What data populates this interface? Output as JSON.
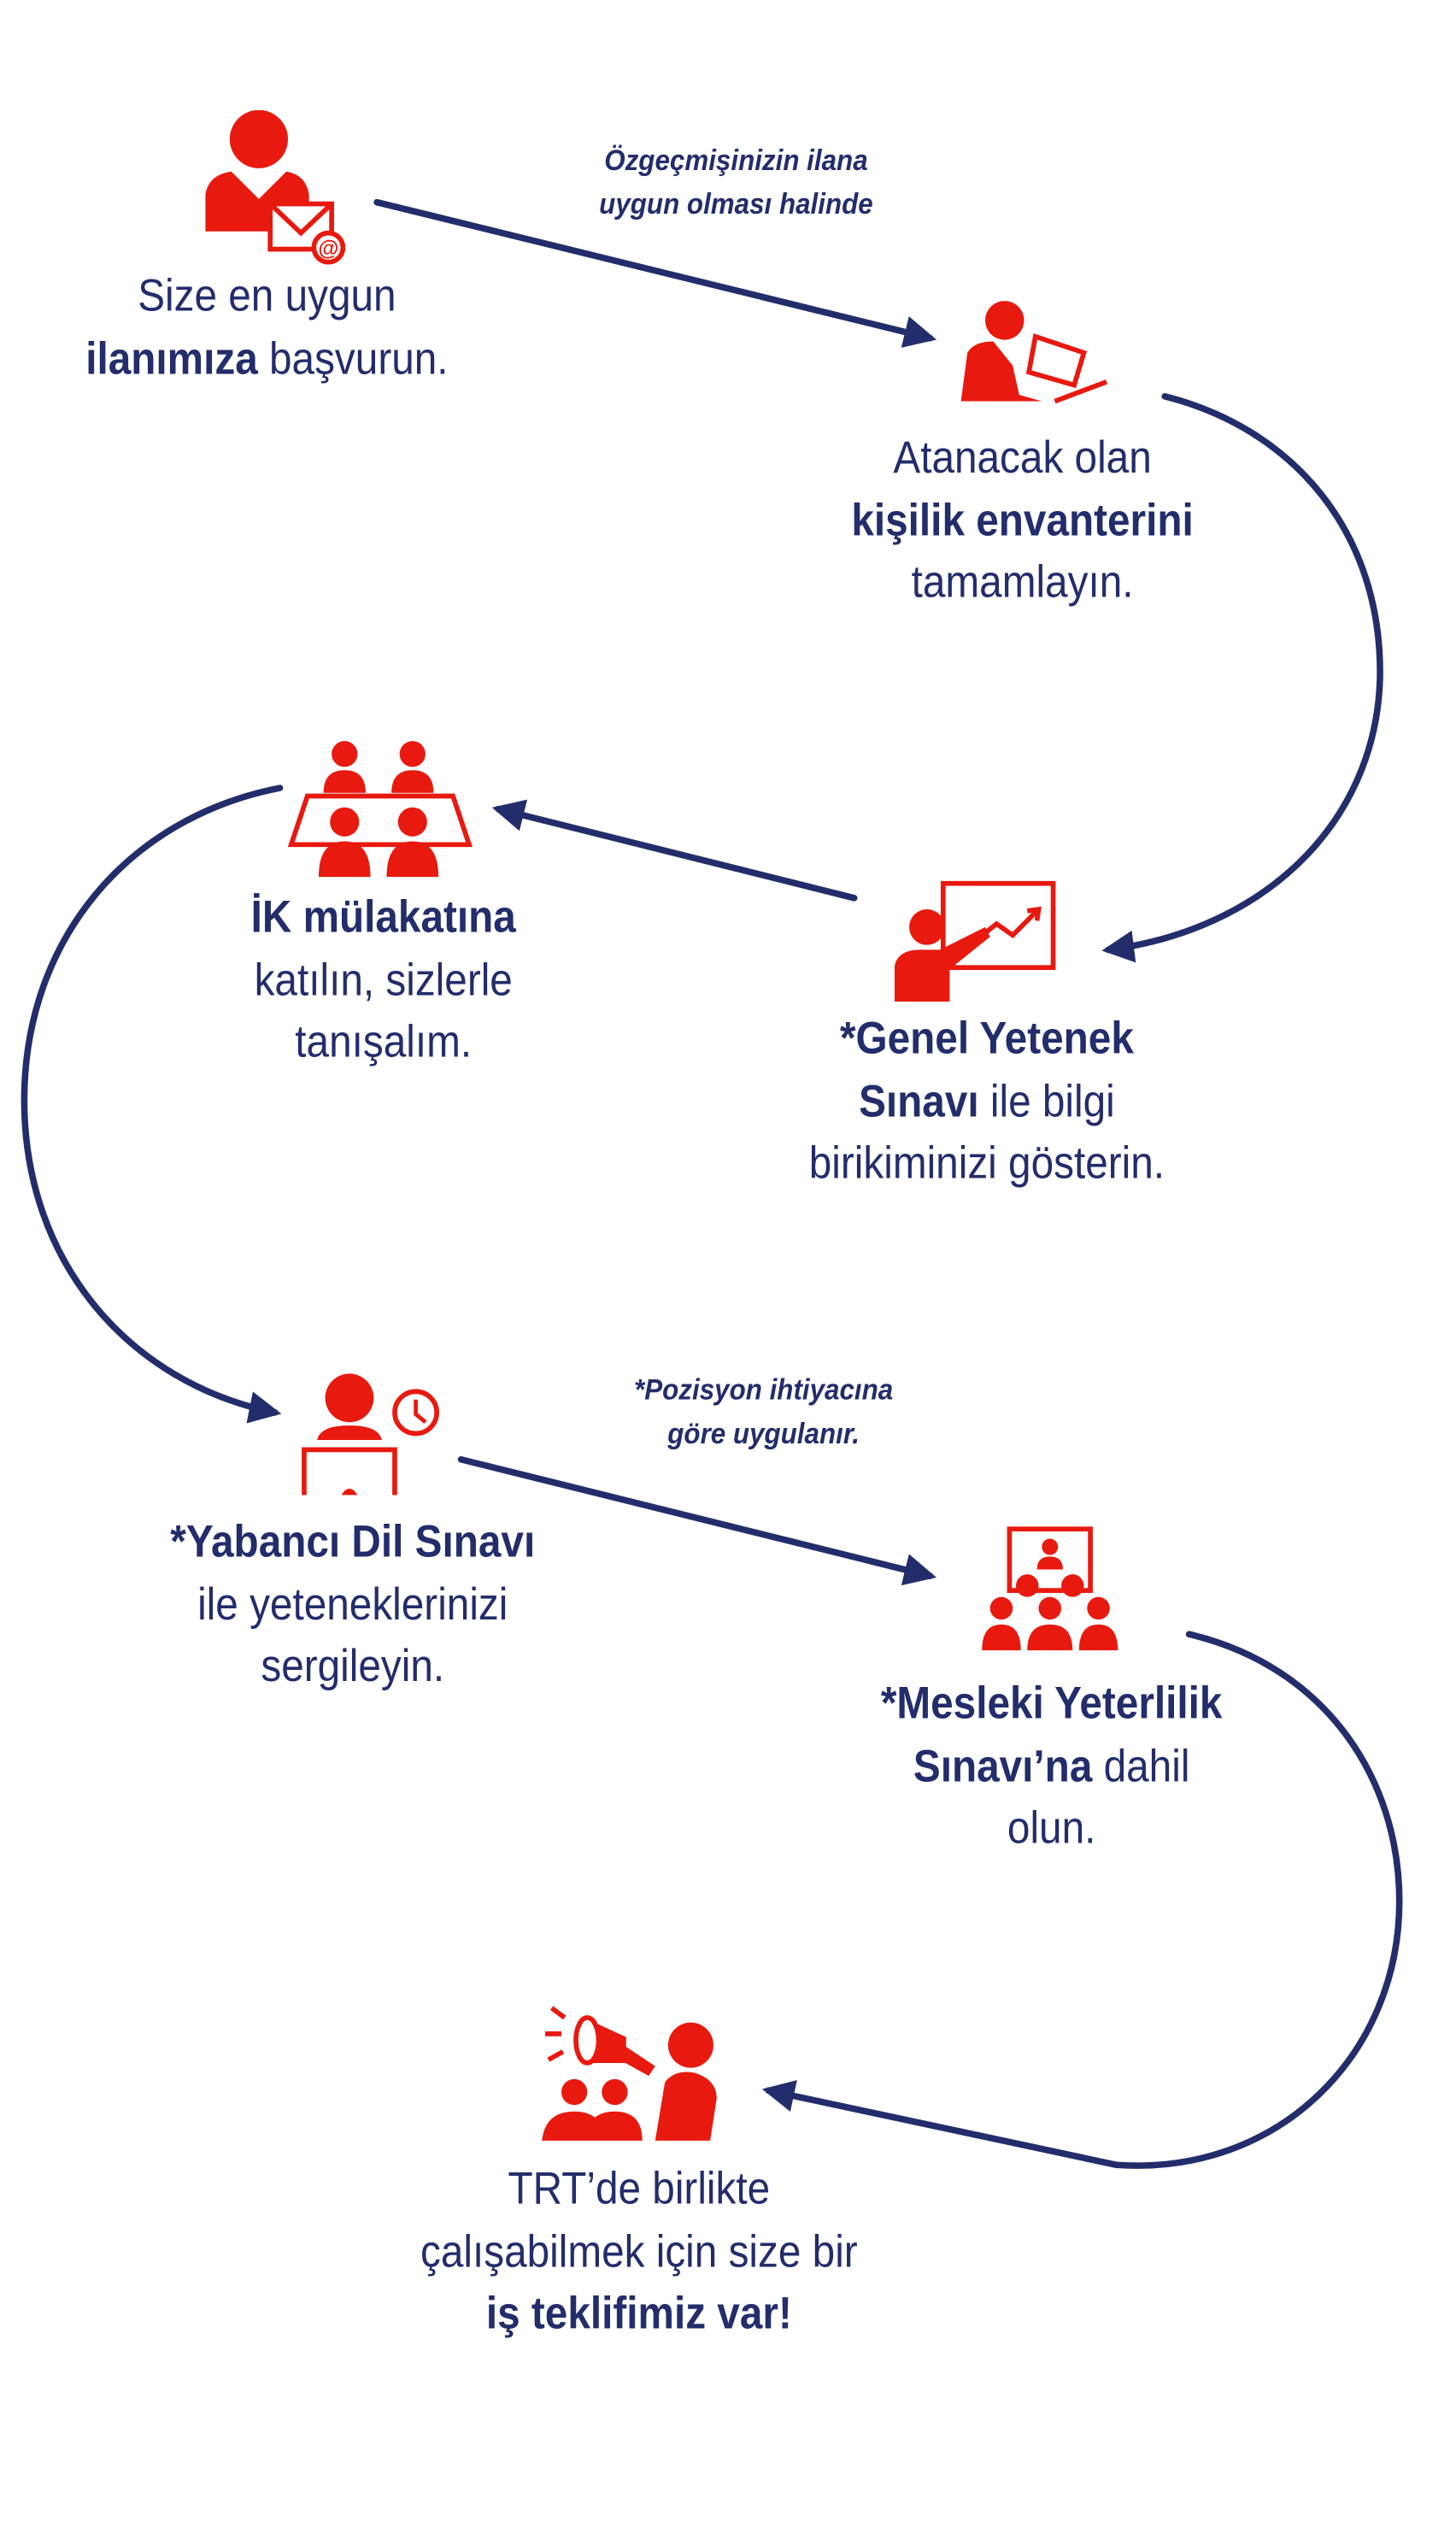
{
  "colors": {
    "navy": "#232d6b",
    "red": "#e8190f"
  },
  "notes": [
    {
      "line1": "Özgeçmişinizin ilana",
      "line2": "uygun olması halinde"
    },
    {
      "line1": "*Pozisyon ihtiyacına",
      "line2": "göre uygulanır."
    }
  ],
  "steps": [
    {
      "icon": "user-envelope-icon",
      "l1": "Size en uygun",
      "l2b": "ilanımıza",
      "l2": " başvurun."
    },
    {
      "icon": "user-laptop-icon",
      "l1": "Atanacak olan",
      "l2b": "kişilik envanterini",
      "l3": "tamamlayın."
    },
    {
      "icon": "presenter-chart-icon",
      "l1b": "*Genel Yetenek",
      "l2b": "Sınavı",
      "l2": " ile bilgi",
      "l3": "birikiminizi gösterin."
    },
    {
      "icon": "meeting-table-icon",
      "l1b": "İK mülakatına",
      "l2": "katılın, sizlerle",
      "l3": "tanışalım."
    },
    {
      "icon": "user-clock-icon",
      "l1b": "*Yabancı Dil Sınavı",
      "l2": "ile yeteneklerinizi",
      "l3": "sergileyin."
    },
    {
      "icon": "audience-icon",
      "l1b": "*Mesleki Yeterlilik",
      "l2b": "Sınavı’na",
      "l2": " dahil",
      "l3": "olun."
    },
    {
      "icon": "megaphone-icon",
      "l1": "TRT’de birlikte",
      "l2": "çalışabilmek için size bir",
      "l3b": "iş teklifimiz var!"
    }
  ]
}
